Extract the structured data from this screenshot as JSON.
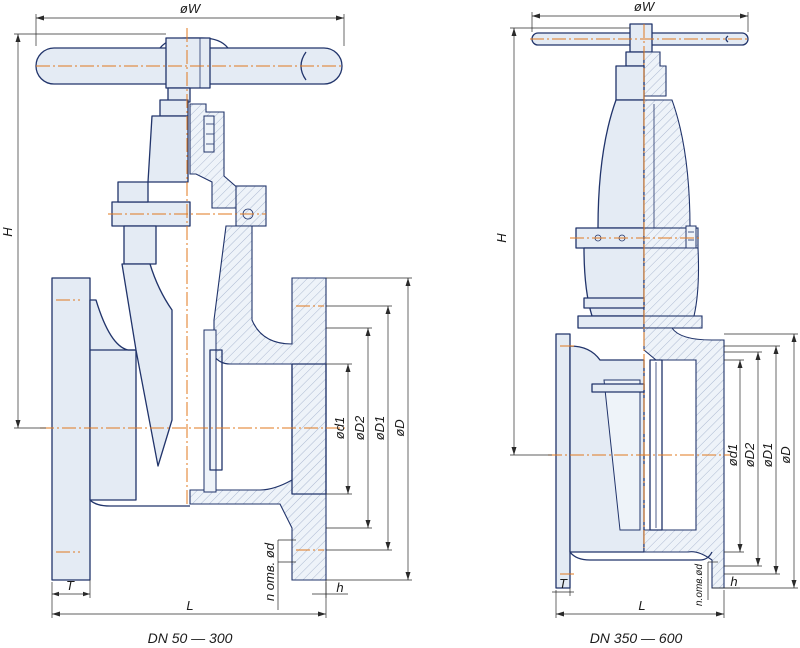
{
  "left_view": {
    "caption": "DN 50 — 300",
    "dims": {
      "W": "øW",
      "H": "H",
      "L": "L",
      "T": "T",
      "h": "h",
      "d1": "ød1",
      "D2": "øD2",
      "D1": "øD1",
      "D": "øD",
      "holes": "n отв. ød"
    }
  },
  "right_view": {
    "caption": "DN 350 — 600",
    "dims": {
      "W": "øW",
      "H": "H",
      "L": "L",
      "T": "T",
      "h": "h",
      "d1": "ød1",
      "D2": "øD2",
      "D1": "øD1",
      "D": "øD",
      "holes": "n.отв.ød"
    }
  },
  "colors": {
    "outline": "#21346b",
    "axis": "#e07a1f",
    "dimension": "#2a2a2a",
    "fill": "#e4ebf4"
  }
}
